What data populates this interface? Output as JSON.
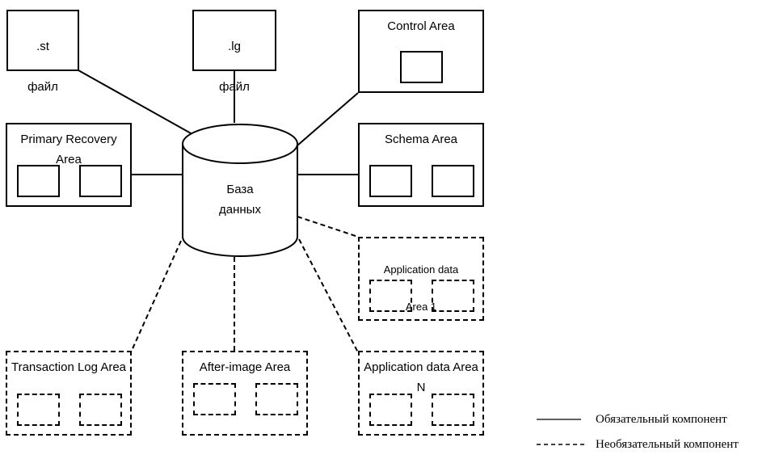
{
  "diagram": {
    "database": {
      "line1": "База",
      "line2": "данных"
    },
    "boxes": {
      "st_file": "",
      "lg_file": "",
      "control_area": "Control Area",
      "primary_recovery": "Primary Recovery Area",
      "schema_area": "Schema Area",
      "app_data_1": "",
      "transaction_log": "Transaction Log Area",
      "after_image": "After-image Area",
      "app_data_n": "Application data Area N"
    },
    "box_lines": {
      "st_file": [
        ".st",
        "файл"
      ],
      "lg_file": [
        ".lg",
        "файл"
      ],
      "app_data_1": [
        "Application data",
        "Area 1"
      ]
    },
    "legend": {
      "required": "Обязательный компонент",
      "optional": "Необязательный компонент"
    }
  }
}
